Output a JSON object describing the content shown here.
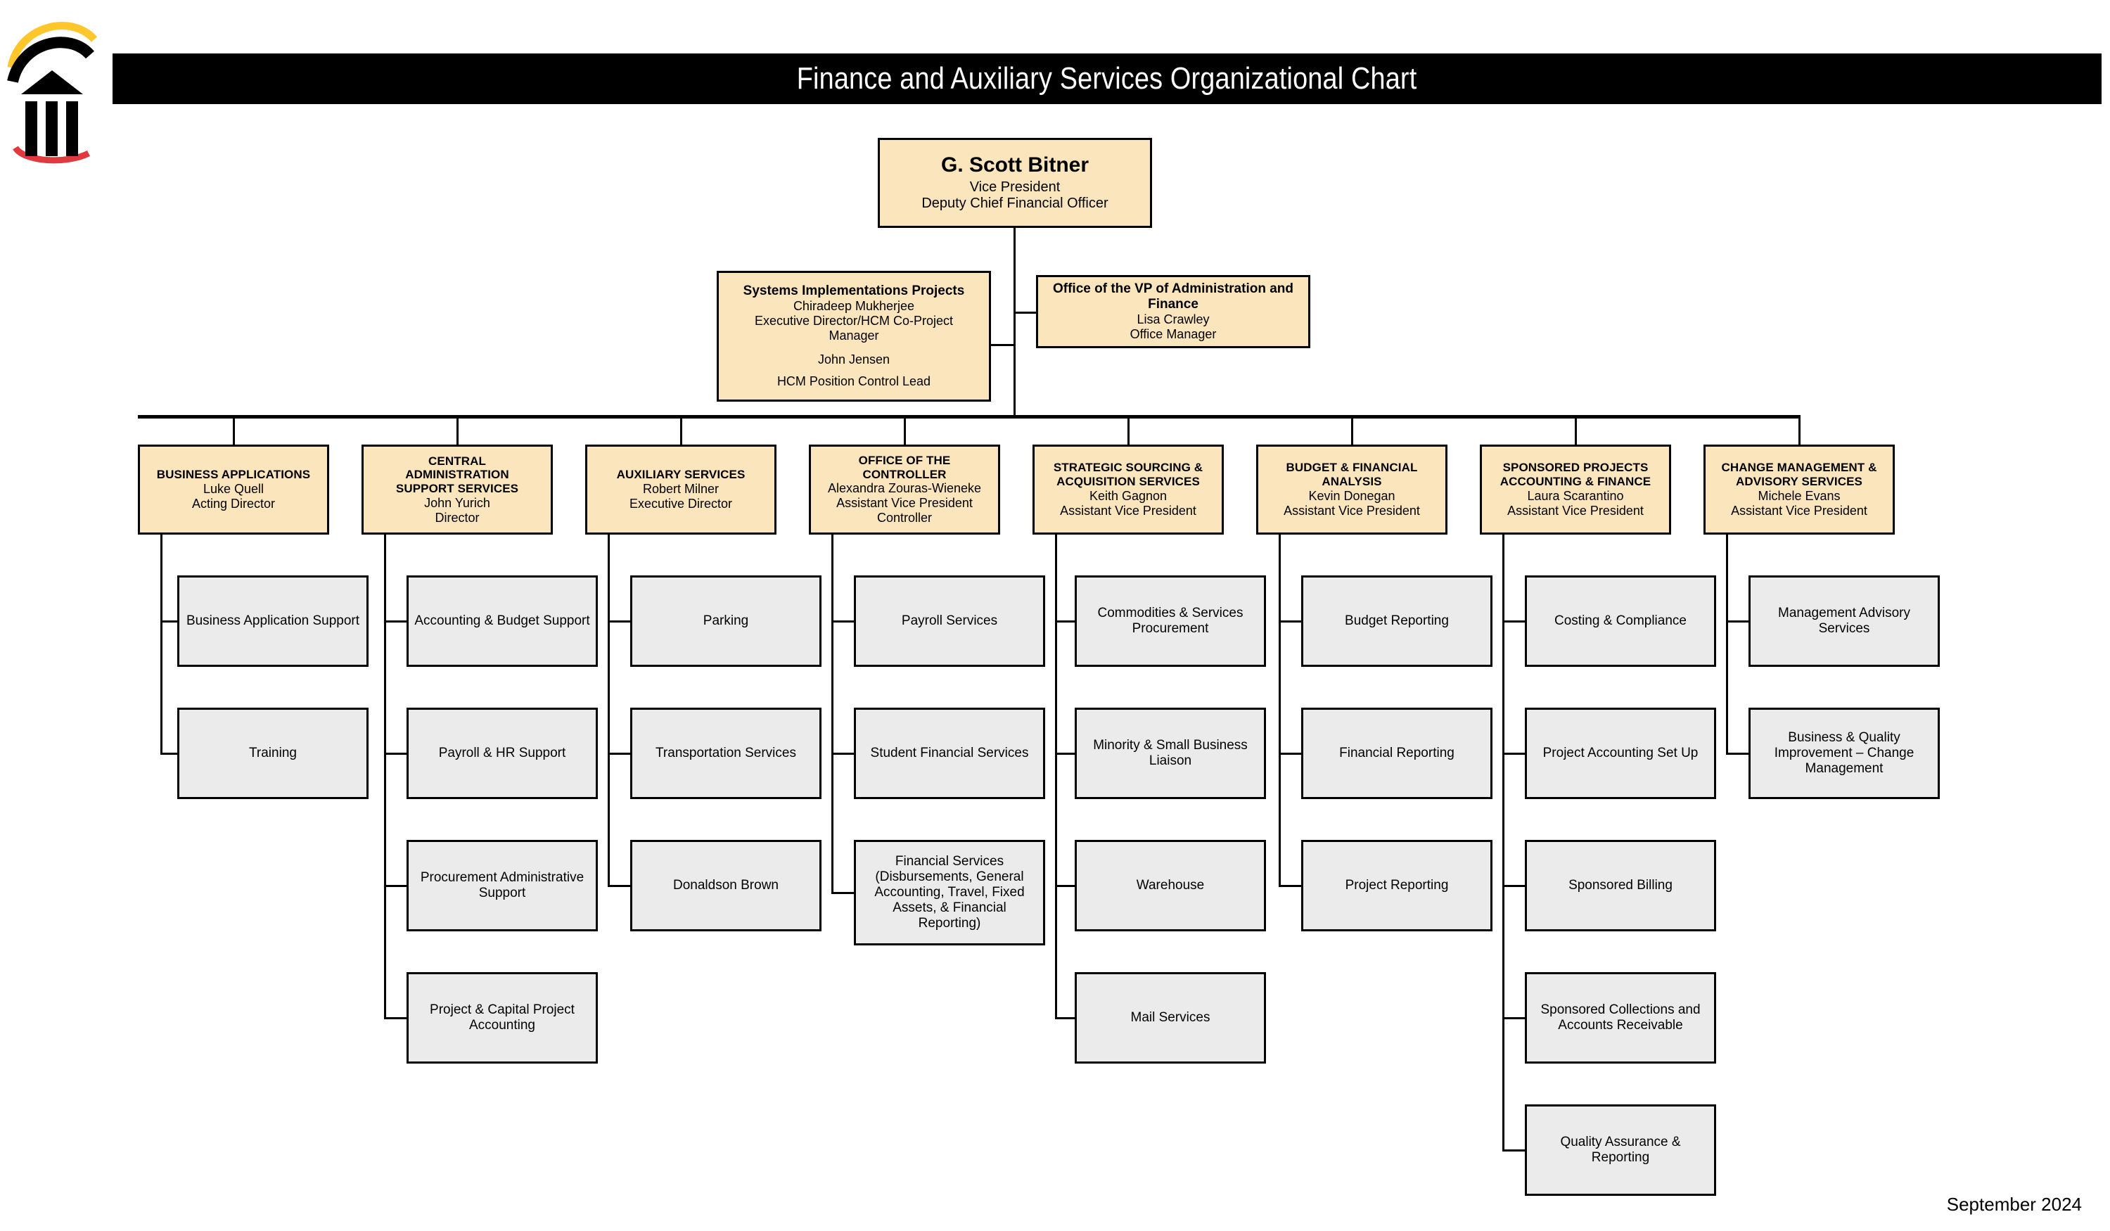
{
  "header": {
    "title": "Finance and Auxiliary Services Organizational Chart",
    "logo_name": "university-columns-logo",
    "logo_colors": {
      "gold": "#FFC72C",
      "red": "#E03A3E",
      "black": "#000000"
    }
  },
  "footer": {
    "date": "September 2024"
  },
  "colors": {
    "executive_fill": "#FBE5BD",
    "unit_fill": "#EBEBEB",
    "border": "#000000",
    "banner_bg": "#000000",
    "banner_text": "#FFFFFF"
  },
  "root": {
    "name": "G. Scott Bitner",
    "title_line_1": "Vice President",
    "title_line_2": "Deputy Chief Financial Officer"
  },
  "staff": [
    {
      "unit": "Systems Implementations Projects",
      "person_1": "Chiradeep Mukherjee",
      "role_1a": "Executive Director/HCM Co-Project",
      "role_1b": "Manager",
      "person_2": "John Jensen",
      "role_2": "HCM Position Control Lead"
    },
    {
      "unit_line_1": "Office of the VP of Administration and",
      "unit_line_2": "Finance",
      "person": "Lisa Crawley",
      "role": "Office Manager"
    }
  ],
  "departments": [
    {
      "id": "business-applications",
      "unit_lines": [
        "BUSINESS APPLICATIONS"
      ],
      "person": "Luke Quell",
      "role": "Acting Director",
      "children": [
        "Business Application Support",
        "Training"
      ]
    },
    {
      "id": "central-administration-support-services",
      "unit_lines": [
        "CENTRAL",
        "ADMINISTRATION",
        "SUPPORT SERVICES"
      ],
      "person": "John Yurich",
      "role": "Director",
      "children": [
        "Accounting & Budget Support",
        "Payroll & HR Support",
        "Procurement Administrative Support",
        "Project & Capital Project Accounting"
      ]
    },
    {
      "id": "auxiliary-services",
      "unit_lines": [
        "AUXILIARY SERVICES"
      ],
      "person": "Robert Milner",
      "role": "Executive Director",
      "children": [
        "Parking",
        "Transportation Services",
        "Donaldson Brown"
      ]
    },
    {
      "id": "office-of-the-controller",
      "unit_lines": [
        "OFFICE OF THE",
        "CONTROLLER"
      ],
      "person": "Alexandra Zouras-Wieneke",
      "role": "Assistant Vice President",
      "role_2": "Controller",
      "children": [
        "Payroll Services",
        "Student Financial Services",
        "Financial Services (Disbursements, General Accounting, Travel, Fixed Assets, & Financial Reporting)"
      ]
    },
    {
      "id": "strategic-sourcing-acquisition-services",
      "unit_lines": [
        "STRATEGIC SOURCING &",
        "ACQUISITION SERVICES"
      ],
      "person": "Keith Gagnon",
      "role": "Assistant Vice President",
      "children": [
        "Commodities & Services Procurement",
        "Minority & Small Business Liaison",
        "Warehouse",
        "Mail Services"
      ]
    },
    {
      "id": "budget-financial-analysis",
      "unit_lines": [
        "BUDGET & FINANCIAL",
        "ANALYSIS"
      ],
      "person": "Kevin Donegan",
      "role": "Assistant Vice President",
      "children": [
        "Budget Reporting",
        "Financial Reporting",
        "Project Reporting"
      ]
    },
    {
      "id": "sponsored-projects-accounting-finance",
      "unit_lines": [
        "SPONSORED PROJECTS",
        "ACCOUNTING & FINANCE"
      ],
      "person": "Laura Scarantino",
      "role": "Assistant Vice President",
      "children": [
        "Costing & Compliance",
        "Project Accounting Set Up",
        "Sponsored Billing",
        "Sponsored Collections and Accounts Receivable",
        "Quality Assurance & Reporting"
      ]
    },
    {
      "id": "change-management-advisory-services",
      "unit_lines": [
        "CHANGE MANAGEMENT &",
        "ADVISORY SERVICES"
      ],
      "person": "Michele Evans",
      "role": "Assistant Vice President",
      "children": [
        "Management Advisory Services",
        "Business & Quality Improvement – Change Management"
      ]
    }
  ]
}
